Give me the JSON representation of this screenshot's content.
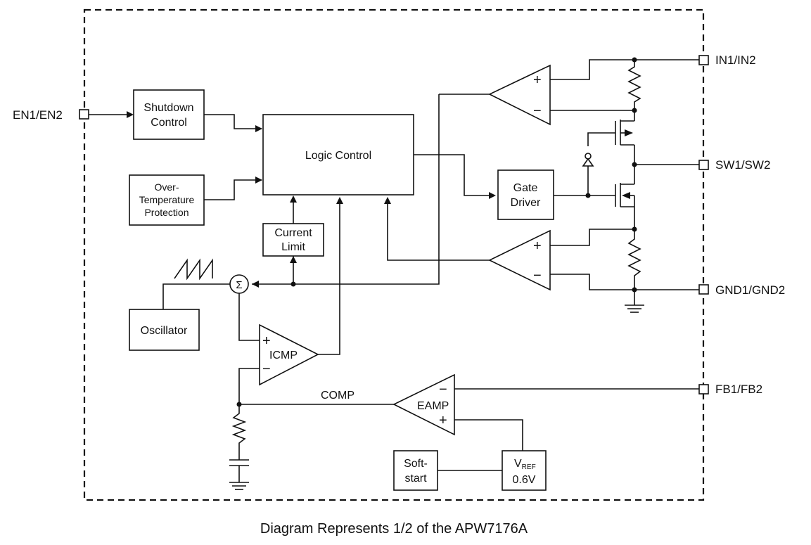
{
  "pins": {
    "en": "EN1/EN2",
    "in": "IN1/IN2",
    "sw": "SW1/SW2",
    "gnd": "GND1/GND2",
    "fb": "FB1/FB2"
  },
  "blocks": {
    "shutdown_1": "Shutdown",
    "shutdown_2": "Control",
    "logic": "Logic Control",
    "otp_1": "Over-",
    "otp_2": "Temperature",
    "otp_3": "Protection",
    "current_1": "Current",
    "current_2": "Limit",
    "oscillator": "Oscillator",
    "gate_1": "Gate",
    "gate_2": "Driver",
    "soft_1": "Soft-",
    "soft_2": "start",
    "vref_main": "V",
    "vref_sub": "REF",
    "vref_value": "0.6V"
  },
  "amps": {
    "icmp": "ICMP",
    "eamp": "EAMP",
    "plus": "+",
    "minus": "−",
    "sum": "Σ"
  },
  "nets": {
    "comp": "COMP"
  },
  "caption": "Diagram Represents 1/2 of the APW7176A"
}
